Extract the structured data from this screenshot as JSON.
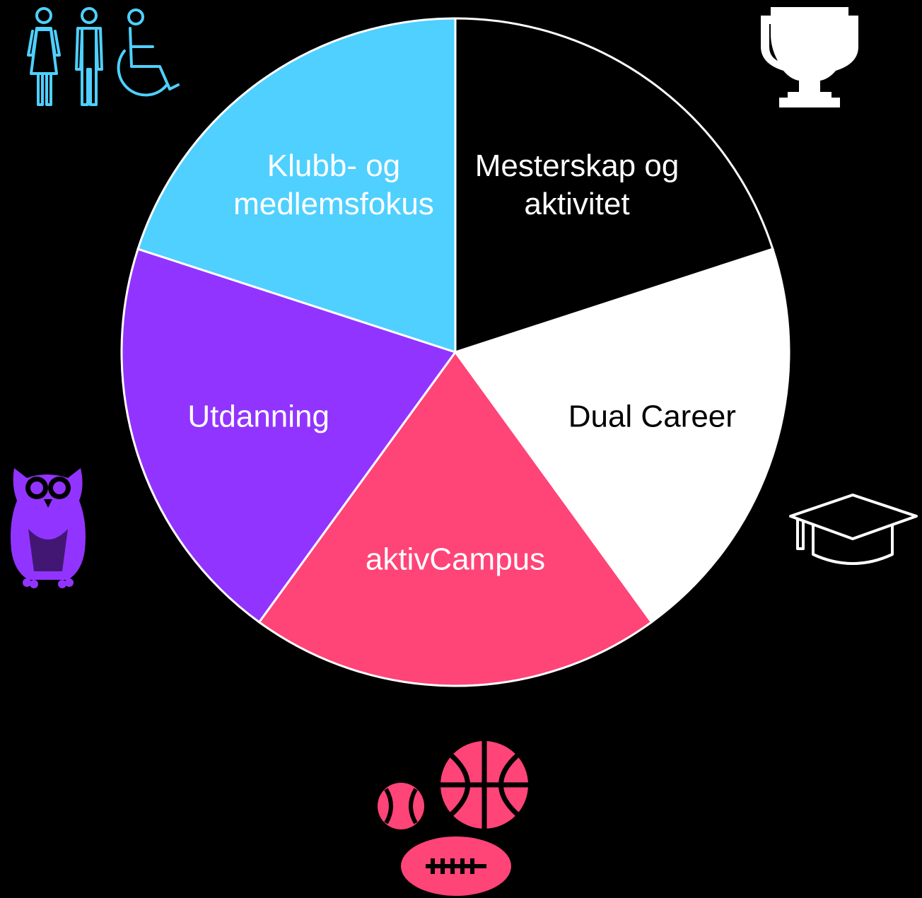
{
  "chart_data": {
    "type": "pie",
    "start_angle_deg": 0,
    "direction": "clockwise",
    "slices": [
      {
        "label_lines": [
          "Mesterskap og",
          "aktivitet"
        ],
        "value": 20,
        "color": "#000000",
        "text_color": "#ffffff",
        "icon": "trophy-icon"
      },
      {
        "label_lines": [
          "Dual Career"
        ],
        "value": 20,
        "color": "#ffffff",
        "text_color": "#000000",
        "icon": "graduation-cap-icon"
      },
      {
        "label_lines": [
          "aktivCampus"
        ],
        "value": 20,
        "color": "#ff4478",
        "text_color": "#ffffff",
        "icon": "sports-balls-icon"
      },
      {
        "label_lines": [
          "Utdanning"
        ],
        "value": 20,
        "color": "#9234ff",
        "text_color": "#ffffff",
        "icon": "owl-icon"
      },
      {
        "label_lines": [
          "Klubb- og",
          "medlemsfokus"
        ],
        "value": 20,
        "color": "#4fd0ff",
        "text_color": "#ffffff",
        "icon": "people-accessibility-icon"
      }
    ],
    "slice_border_color": "#ffffff",
    "background": "#000000",
    "legend": "none",
    "grid": false
  },
  "icons": {
    "people": {
      "name": "people-accessibility-icon",
      "color": "#4fd0ff"
    },
    "trophy": {
      "name": "trophy-icon",
      "color": "#ffffff"
    },
    "owl": {
      "name": "owl-icon",
      "color": "#9234ff"
    },
    "cap": {
      "name": "graduation-cap-icon",
      "color": "#ffffff"
    },
    "balls": {
      "name": "sports-balls-icon",
      "color": "#ff4478"
    }
  }
}
